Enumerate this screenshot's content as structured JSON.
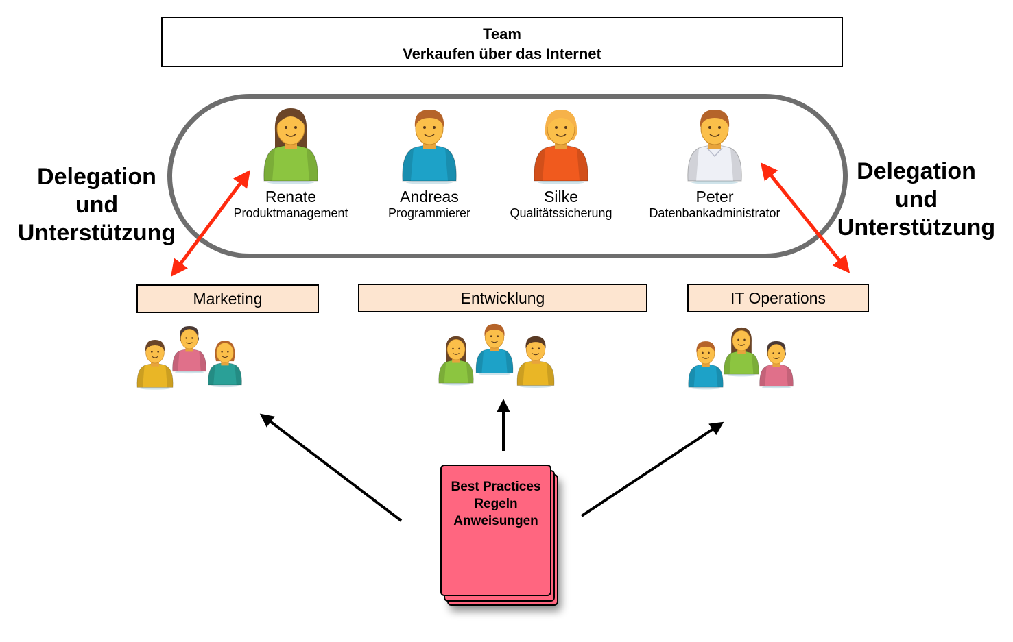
{
  "header": {
    "line1": "Team",
    "line2": "Verkaufen über das Internet"
  },
  "team": {
    "members": [
      {
        "name": "Renate",
        "role": "Produktmanagement",
        "icon": "person-female-green-icon"
      },
      {
        "name": "Andreas",
        "role": "Programmierer",
        "icon": "person-male-blue-icon"
      },
      {
        "name": "Silke",
        "role": "Qualitätssicherung",
        "icon": "person-female-orange-icon"
      },
      {
        "name": "Peter",
        "role": "Datenbankadministrator",
        "icon": "person-male-white-icon"
      }
    ]
  },
  "delegation": {
    "left": {
      "line1": "Delegation",
      "line2": "und",
      "line3": "Unterstützung"
    },
    "right": {
      "line1": "Delegation",
      "line2": "und",
      "line3": "Unterstützung"
    }
  },
  "departments": [
    {
      "label": "Marketing",
      "icon": "people-group-icon"
    },
    {
      "label": "Entwicklung",
      "icon": "people-group-icon"
    },
    {
      "label": "IT Operations",
      "icon": "people-group-icon"
    }
  ],
  "document": {
    "line1": "Best Practices",
    "line2": "Regeln",
    "line3": "Anweisungen",
    "icon": "document-stack-icon"
  },
  "colors": {
    "oval_border": "#6e6e6e",
    "department_fill": "#fde5d0",
    "document_fill": "#ff6680",
    "delegation_arrow": "#ff2a0e",
    "flow_arrow": "#000000"
  }
}
